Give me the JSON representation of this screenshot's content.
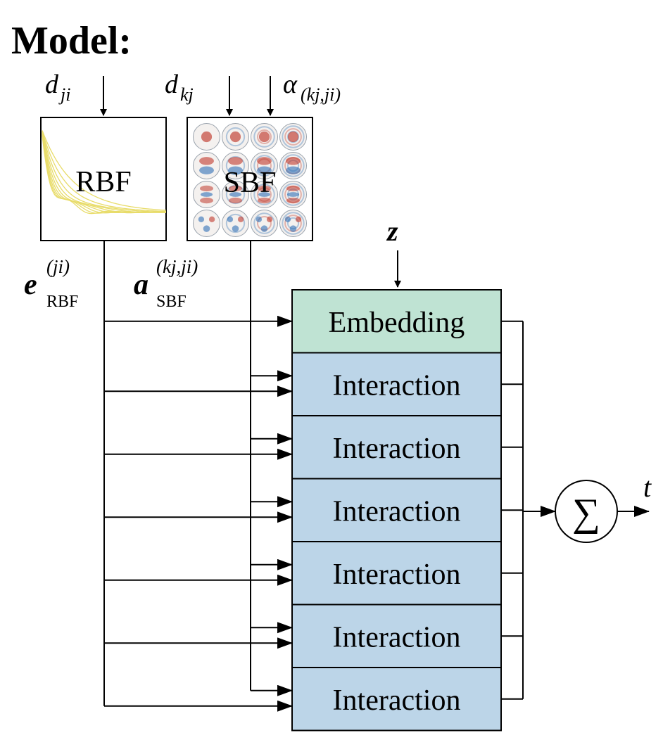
{
  "title": "Model:",
  "inputs": {
    "d_ji": {
      "base": "d",
      "sub": "ji"
    },
    "d_kj": {
      "base": "d",
      "sub": "kj"
    },
    "alpha": {
      "base": "α",
      "sub": "(kj,ji)"
    },
    "z": "z"
  },
  "rbf": {
    "label": "RBF",
    "output": {
      "base": "e",
      "sup": "(ji)",
      "sub": "RBF"
    },
    "curve_color": "#e8dc6a"
  },
  "sbf": {
    "label": "SBF",
    "output": {
      "base": "a",
      "sup": "(kj,ji)",
      "sub": "SBF"
    },
    "grid_rows": 4,
    "grid_cols": 4,
    "positive_color": "#c0392b",
    "negative_color": "#2e6fb5"
  },
  "blocks": [
    {
      "label": "Embedding",
      "color": "#bfe3d3"
    },
    {
      "label": "Interaction",
      "color": "#bcd5e8"
    },
    {
      "label": "Interaction",
      "color": "#bcd5e8"
    },
    {
      "label": "Interaction",
      "color": "#bcd5e8"
    },
    {
      "label": "Interaction",
      "color": "#bcd5e8"
    },
    {
      "label": "Interaction",
      "color": "#bcd5e8"
    },
    {
      "label": "Interaction",
      "color": "#bcd5e8"
    }
  ],
  "sum_symbol": "∑",
  "output_label": "t"
}
